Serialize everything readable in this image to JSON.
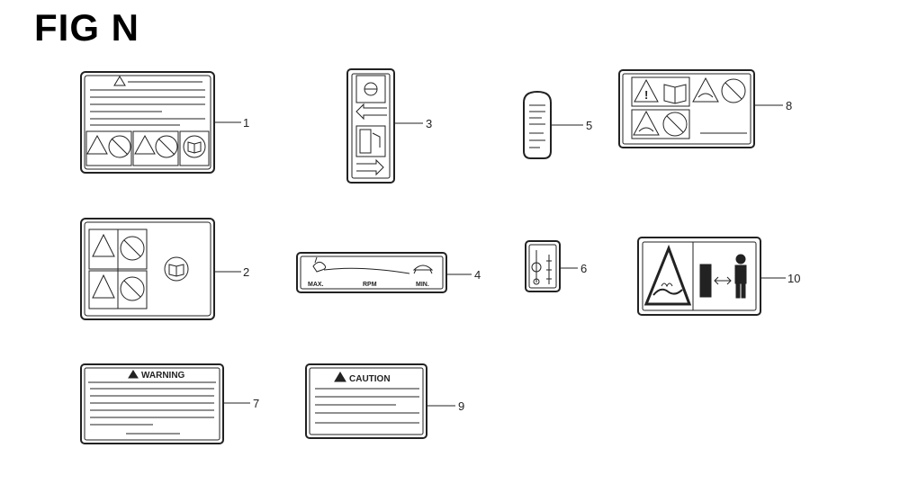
{
  "figure": {
    "title": "FIG N"
  },
  "callouts": [
    "1",
    "2",
    "3",
    "4",
    "5",
    "6",
    "7",
    "8",
    "9",
    "10"
  ],
  "label4": {
    "max": "MAX.",
    "rpm": "RPM",
    "min": "MIN."
  },
  "label7": {
    "header": "WARNING"
  },
  "label9": {
    "header": "CAUTION"
  }
}
